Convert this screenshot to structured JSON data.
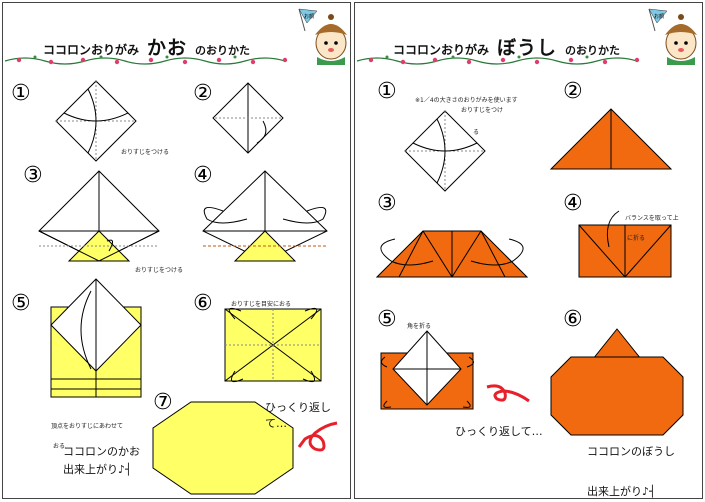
{
  "left": {
    "title": {
      "prefix": "ココロンおりがみ",
      "main": "かお",
      "suffix": "のおりかた"
    },
    "steps": [
      "①",
      "②",
      "③",
      "④",
      "⑤",
      "⑥",
      "⑦"
    ],
    "notes": {
      "s1": "おりすじをつける",
      "s3": "おりすじをつける",
      "s5": "頂点をおりすじにあわせて",
      "s5b": "おる",
      "s6": "おりすじを目安におる"
    },
    "flip": "ひっくり返して…",
    "done1": "ココロンのかお",
    "done2": "出来上がり♪┤"
  },
  "right": {
    "title": {
      "prefix": "ココロンおりがみ",
      "main": "ぼうし",
      "suffix": "のおりかた"
    },
    "steps": [
      "①",
      "②",
      "③",
      "④",
      "⑤",
      "⑥"
    ],
    "notes": {
      "s1a": "※1／4の大きさのおりがみを使います",
      "s1b": "おりすじをつけ",
      "s1c": "る",
      "s4a": "バランスを取って上",
      "s4b": "に折る",
      "s5": "角を折る"
    },
    "flip": "ひっくり返して…",
    "done1": "ココロンのぼうし",
    "done2": "出来上がり♪┤"
  },
  "mascot_flag": "お顔",
  "colors": {
    "yellow": "#ffff66",
    "orange": "#f26a10",
    "red": "#e8202a",
    "pink": "#e03c6e",
    "green": "#3c8a3c"
  }
}
